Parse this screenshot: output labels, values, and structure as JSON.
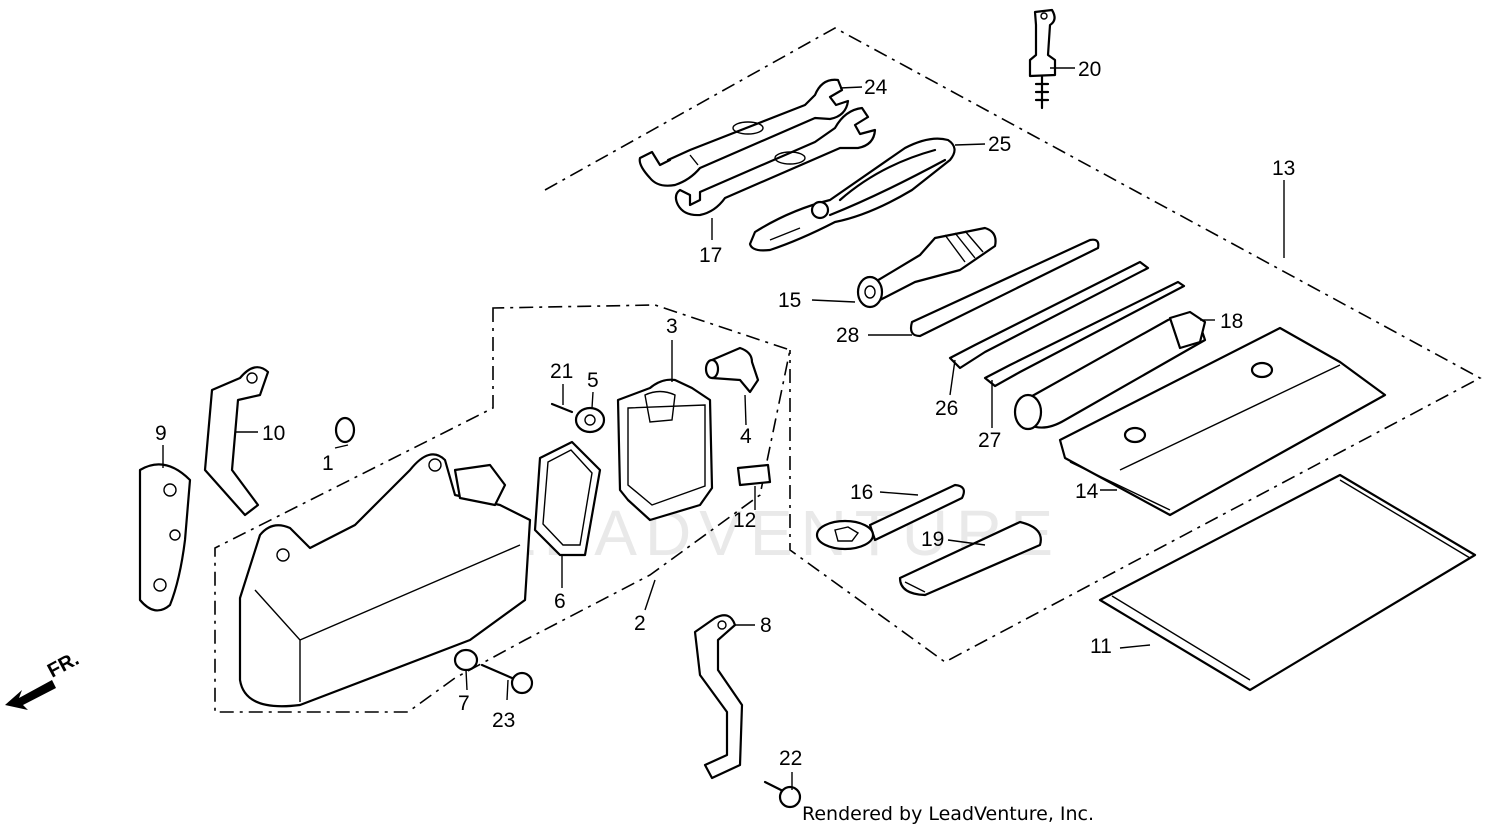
{
  "watermark": "LEADVENTURE",
  "direction_label": "FR.",
  "footer": "Rendered by LeadVenture, Inc.",
  "callouts": {
    "c1": "1",
    "c2": "2",
    "c3": "3",
    "c4": "4",
    "c5": "5",
    "c6": "6",
    "c7": "7",
    "c8": "8",
    "c9": "9",
    "c10": "10",
    "c11": "11",
    "c12": "12",
    "c13": "13",
    "c14": "14",
    "c15": "15",
    "c16": "16",
    "c17": "17",
    "c18": "18",
    "c19": "19",
    "c20": "20",
    "c21": "21",
    "c22": "22",
    "c23": "23",
    "c24": "24",
    "c25": "25",
    "c26": "26",
    "c27": "27",
    "c28": "28"
  }
}
